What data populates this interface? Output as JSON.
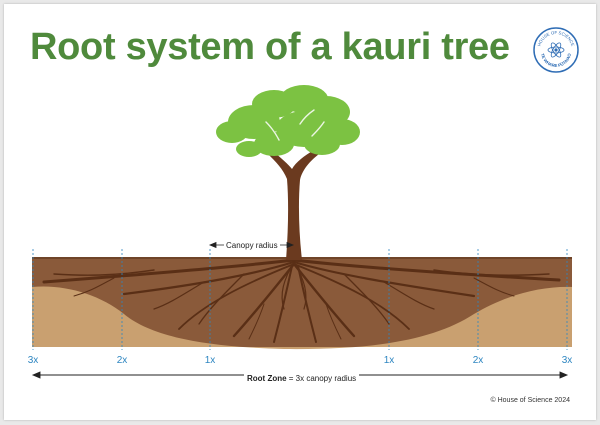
{
  "title": "Root system of a kauri tree",
  "logo": {
    "icon": "house-of-science-logo-icon",
    "text_top": "HOUSE OF SCIENCE",
    "text_bottom": "TE WHARE PŪTAIAO",
    "color": "#2f6db5"
  },
  "labels": {
    "canopy_radius": "Canopy radius",
    "root_zone_bold": "Root Zone",
    "root_zone_rest": " = 3x canopy radius",
    "copyright": "© House of Science 2024"
  },
  "multipliers": {
    "left": [
      "3x",
      "2x",
      "1x"
    ],
    "right": [
      "1x",
      "2x",
      "3x"
    ]
  },
  "colors": {
    "title_green": "#4f8a3c",
    "foliage": "#7cc242",
    "trunk": "#6b3a1f",
    "topsoil": "#8a5a3a",
    "subsoil": "#c9a070",
    "roots": "#5a2f16",
    "guide_lines": "#2e86c1"
  }
}
